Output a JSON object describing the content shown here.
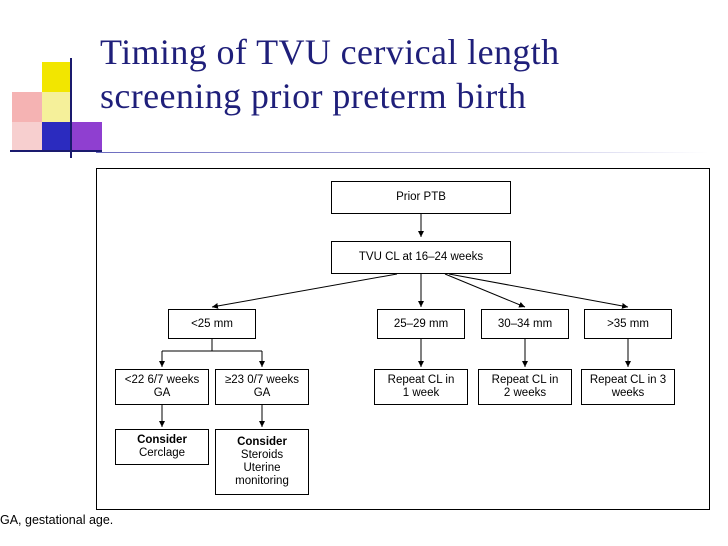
{
  "title": {
    "line1": "Timing of TVU cervical length",
    "line2": "screening prior preterm birth"
  },
  "footnote": "GA, gestational age.",
  "colors": {
    "title": "#1f1f7a",
    "logo_yellow": "#f2e600",
    "logo_pink": "#f5b3b3",
    "logo_blue": "#2b2bbf",
    "logo_violet": "#8f3fd0"
  },
  "diagram": {
    "type": "flowchart",
    "nodes": [
      {
        "id": "prior-ptb",
        "label": "Prior PTB"
      },
      {
        "id": "tvu-cl",
        "label": "TVU CL at 16–24 weeks"
      },
      {
        "id": "lt25",
        "label": "<25 mm"
      },
      {
        "id": "25-29",
        "label": "25–29 mm"
      },
      {
        "id": "30-34",
        "label": "30–34 mm"
      },
      {
        "id": "gt35",
        "label": ">35 mm"
      },
      {
        "id": "lt22-weeks",
        "line1": "<22 6/7 weeks",
        "line2": "GA"
      },
      {
        "id": "ge23-weeks",
        "line1": "≥23 0/7 weeks",
        "line2": "GA"
      },
      {
        "id": "repeat-1wk",
        "line1": "Repeat CL in",
        "line2": "1 week"
      },
      {
        "id": "repeat-2wk",
        "line1": "Repeat CL in",
        "line2": "2 weeks"
      },
      {
        "id": "repeat-3wk",
        "line1": "Repeat CL in 3",
        "line2": "weeks"
      },
      {
        "id": "consider-cerclage",
        "line1": "Consider",
        "line2": "Cerclage"
      },
      {
        "id": "consider-steroids",
        "line1": "Consider",
        "line2": "Steroids",
        "line3": "Uterine",
        "line4": "monitoring"
      }
    ]
  }
}
